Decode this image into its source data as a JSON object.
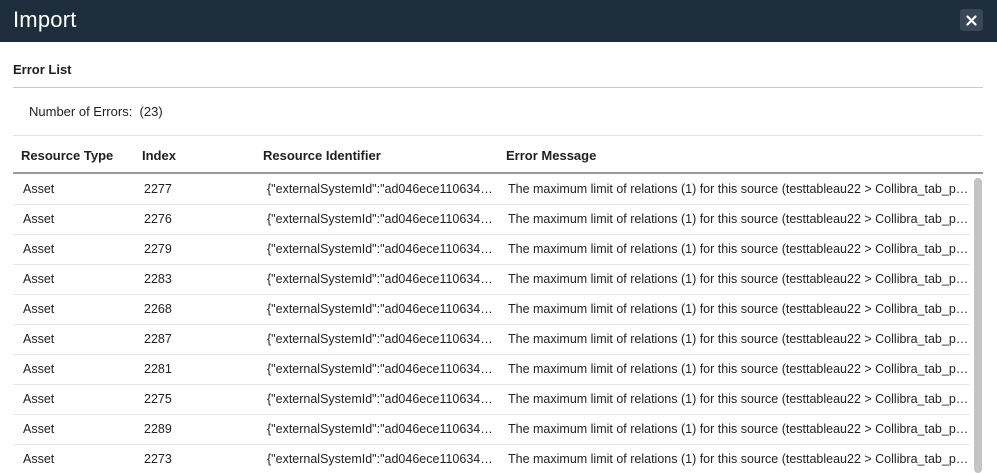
{
  "dialog": {
    "title": "Import",
    "close_icon": "close-icon"
  },
  "section": {
    "title": "Error List",
    "error_count_label": "Number of Errors:",
    "error_count_value": "(23)"
  },
  "table": {
    "columns": [
      "Resource Type",
      "Index",
      "Resource Identifier",
      "Error Message"
    ],
    "rows": [
      {
        "type": "Asset",
        "index": "2277",
        "identifier": "{\"externalSystemId\":\"ad046ece110634…",
        "message": "The maximum limit of relations (1) for this source (testtableau22 > Collibra_tab_p…"
      },
      {
        "type": "Asset",
        "index": "2276",
        "identifier": "{\"externalSystemId\":\"ad046ece110634…",
        "message": "The maximum limit of relations (1) for this source (testtableau22 > Collibra_tab_p…"
      },
      {
        "type": "Asset",
        "index": "2279",
        "identifier": "{\"externalSystemId\":\"ad046ece110634…",
        "message": "The maximum limit of relations (1) for this source (testtableau22 > Collibra_tab_p…"
      },
      {
        "type": "Asset",
        "index": "2283",
        "identifier": "{\"externalSystemId\":\"ad046ece110634…",
        "message": "The maximum limit of relations (1) for this source (testtableau22 > Collibra_tab_p…"
      },
      {
        "type": "Asset",
        "index": "2268",
        "identifier": "{\"externalSystemId\":\"ad046ece110634…",
        "message": "The maximum limit of relations (1) for this source (testtableau22 > Collibra_tab_p…"
      },
      {
        "type": "Asset",
        "index": "2287",
        "identifier": "{\"externalSystemId\":\"ad046ece110634…",
        "message": "The maximum limit of relations (1) for this source (testtableau22 > Collibra_tab_p…"
      },
      {
        "type": "Asset",
        "index": "2281",
        "identifier": "{\"externalSystemId\":\"ad046ece110634…",
        "message": "The maximum limit of relations (1) for this source (testtableau22 > Collibra_tab_p…"
      },
      {
        "type": "Asset",
        "index": "2275",
        "identifier": "{\"externalSystemId\":\"ad046ece110634…",
        "message": "The maximum limit of relations (1) for this source (testtableau22 > Collibra_tab_p…"
      },
      {
        "type": "Asset",
        "index": "2289",
        "identifier": "{\"externalSystemId\":\"ad046ece110634…",
        "message": "The maximum limit of relations (1) for this source (testtableau22 > Collibra_tab_p…"
      },
      {
        "type": "Asset",
        "index": "2273",
        "identifier": "{\"externalSystemId\":\"ad046ece110634…",
        "message": "The maximum limit of relations (1) for this source (testtableau22 > Collibra_tab_p…"
      }
    ]
  },
  "colors": {
    "header_bg": "#1e2d3b",
    "close_bg": "#3a4856"
  }
}
